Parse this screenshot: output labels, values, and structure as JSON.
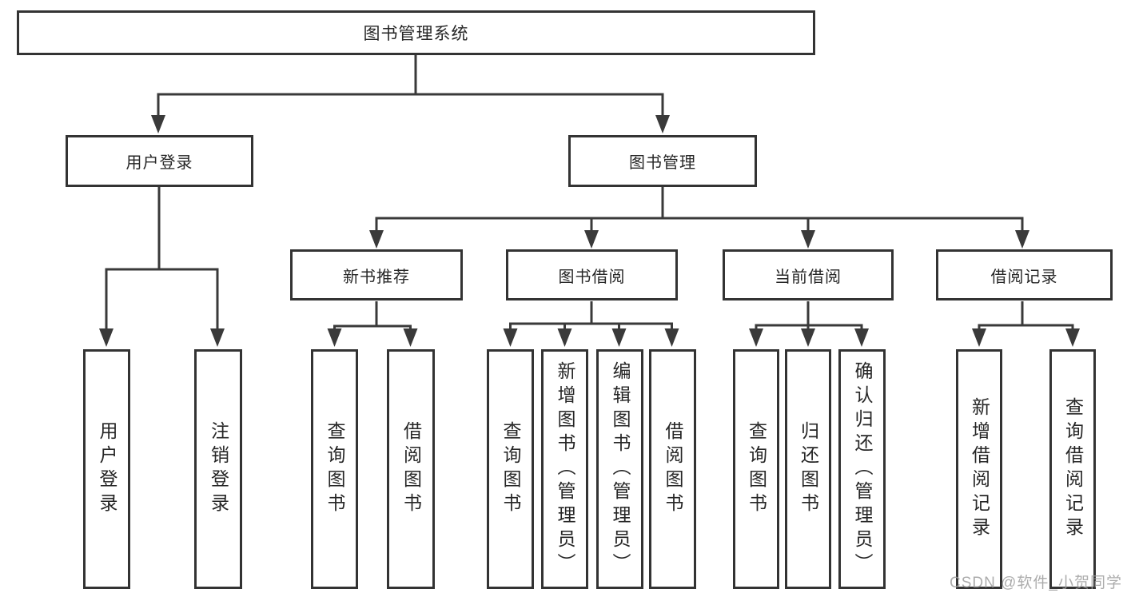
{
  "diagram": {
    "root": {
      "label": "图书管理系统"
    },
    "level2": {
      "user_login": {
        "label": "用户登录"
      },
      "book_mgmt": {
        "label": "图书管理"
      }
    },
    "level3": {
      "new_book_rec": {
        "label": "新书推荐"
      },
      "book_borrow": {
        "label": "图书借阅"
      },
      "current_borrow": {
        "label": "当前借阅"
      },
      "borrow_record": {
        "label": "借阅记录"
      }
    },
    "leaves": {
      "login": {
        "label": "用户登录"
      },
      "logout": {
        "label": "注销登录"
      },
      "nbr_query": {
        "label": "查询图书"
      },
      "nbr_borrow": {
        "label": "借阅图书"
      },
      "bb_query": {
        "label": "查询图书"
      },
      "bb_add": {
        "label": "新增图书（管理员）"
      },
      "bb_edit": {
        "label": "编辑图书（管理员）"
      },
      "bb_borrow": {
        "label": "借阅图书"
      },
      "cb_query": {
        "label": "查询图书"
      },
      "cb_return": {
        "label": "归还图书"
      },
      "cb_confirm": {
        "label": "确认归还（管理员）"
      },
      "br_add": {
        "label": "新增借阅记录"
      },
      "br_query": {
        "label": "查询借阅记录"
      }
    },
    "watermark": {
      "text": "CSDN @软件_小贺同学"
    },
    "colors": {
      "line": "#3a3a3a",
      "box_border": "#333333",
      "text": "#262626",
      "watermark": "#9e9e9e",
      "background": "#ffffff"
    }
  }
}
